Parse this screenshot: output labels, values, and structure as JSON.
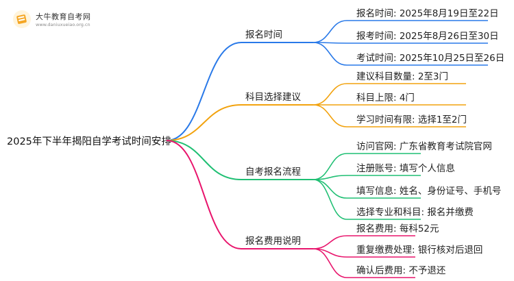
{
  "logo": {
    "title": "大牛教育自考网",
    "url": "www.daniuxueiao.org.cn"
  },
  "mindmap": {
    "root": "2025年下半年揭阳自学考试时间安排",
    "branches": [
      {
        "label": "报名时间",
        "color": "#2979e8",
        "children": [
          "报名时间: 2025年8月19日至22日",
          "报考时间: 2025年8月26日至30日",
          "考试时间: 2025年10月25日至26日"
        ]
      },
      {
        "label": "科目选择建议",
        "color": "#f2a20d",
        "children": [
          "建议科目数量: 2至3门",
          "科目上限: 4门",
          "学习时间有限: 选择1至2门"
        ]
      },
      {
        "label": "自考报名流程",
        "color": "#1fbf73",
        "children": [
          "访问官网: 广东省教育考试院官网",
          "注册账号: 填写个人信息",
          "填写信息: 姓名、身份证号、手机号",
          "选择专业和科目: 报名并缴费"
        ]
      },
      {
        "label": "报名费用说明",
        "color": "#e8146c",
        "children": [
          "报名费用: 每科52元",
          "重复缴费处理: 银行核对后退回",
          "确认后费用: 不予退还"
        ]
      }
    ]
  }
}
